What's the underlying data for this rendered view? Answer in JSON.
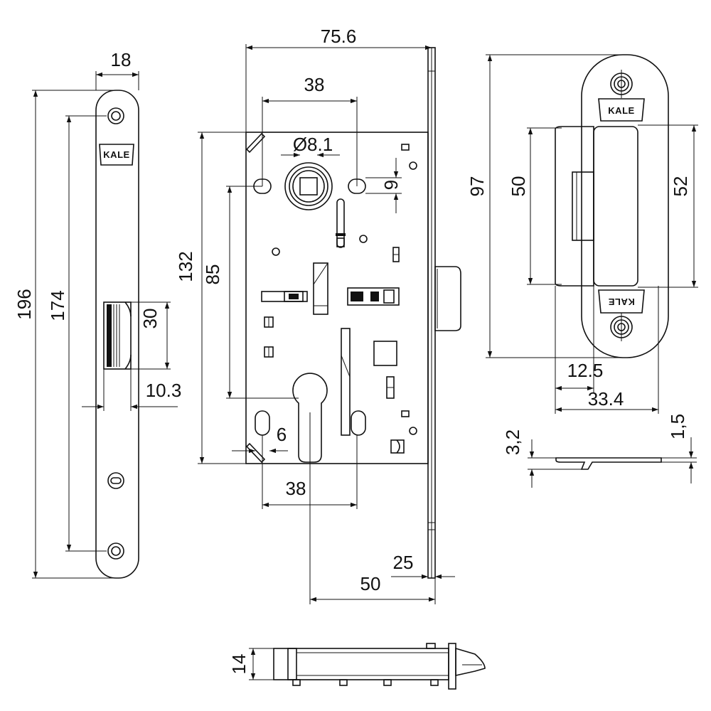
{
  "brand": "KALE",
  "dimensions": {
    "faceplate_width": "18",
    "faceplate_length": "196",
    "faceplate_hole_spacing": "174",
    "faceplate_latch_height": "30",
    "faceplate_latch_offset": "10.3",
    "case_width": "75.6",
    "handle_spacing_top": "38",
    "spindle_diameter": "Ø8.1",
    "spindle_slot": "6",
    "case_height": "132",
    "center_distance": "85",
    "cylinder_slot": "6",
    "cylinder_spacing_bottom": "38",
    "faceplate_offset": "25",
    "backset": "50",
    "strike_length": "97",
    "strike_opening_inner": "50",
    "strike_opening_outer": "52",
    "strike_offset": "12.5",
    "strike_width": "33.4",
    "strike_thickness_a": "3,2",
    "strike_thickness_b": "1,5",
    "case_depth": "14"
  }
}
